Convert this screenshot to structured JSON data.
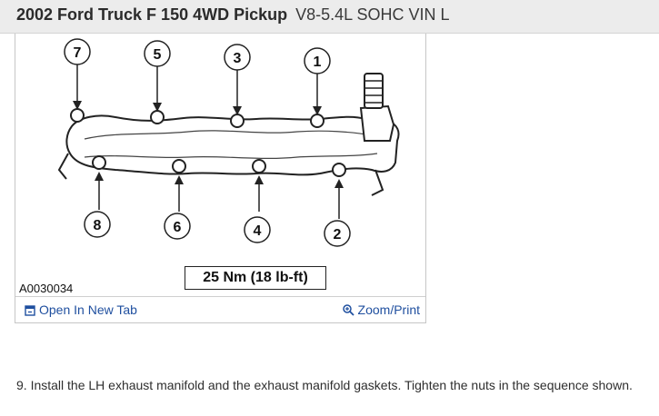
{
  "header": {
    "title": "2002 Ford Truck F 150 4WD Pickup",
    "engine": "V8-5.4L SOHC VIN L"
  },
  "figure": {
    "id_label": "A0030034",
    "torque_spec": "25 Nm (18 lb-ft)",
    "sequence_labels": {
      "top": [
        "7",
        "5",
        "3",
        "1"
      ],
      "bottom": [
        "8",
        "6",
        "4",
        "2"
      ]
    }
  },
  "links": {
    "open_new_tab": "Open In New Tab",
    "zoom_print": "Zoom/Print",
    "open_icon": "open-tab-icon",
    "zoom_icon": "magnifier-icon",
    "link_color": "#1f4f9f"
  },
  "step_text": "9. Install the LH exhaust manifold and the exhaust manifold gaskets. Tighten the nuts in the sequence shown."
}
